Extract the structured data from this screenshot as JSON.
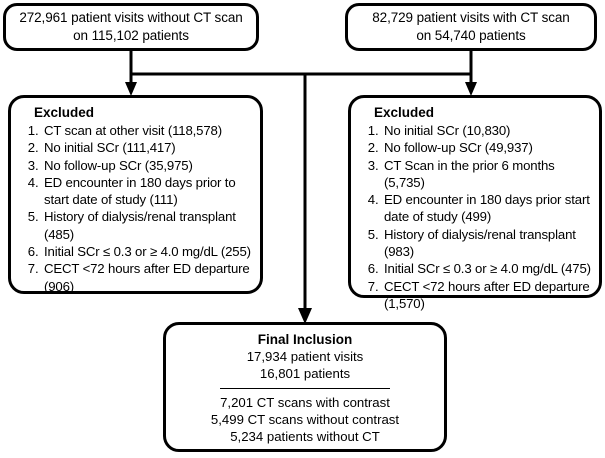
{
  "figure": {
    "type": "flowchart",
    "orientation": "top-down",
    "line_color": "#000000",
    "background_color": "#ffffff"
  },
  "nodes": {
    "no_ct_cohort": {
      "name": "patient visits without CT scan",
      "lines": [
        "272,961 patient visits without CT scan",
        "on 115,102 patients"
      ],
      "visits": "272,961",
      "patients": "115,102"
    },
    "with_ct_cohort": {
      "name": "patient visits with CT scan",
      "lines": [
        "82,729 patient visits with CT scan",
        "on 54,740 patients"
      ],
      "visits": "82,729",
      "patients": "54,740"
    },
    "excluded_left": {
      "title": "Excluded",
      "items": [
        "CT scan at other visit (118,578)",
        "No initial SCr (111,417)",
        "No follow-up SCr (35,975)",
        "ED encounter in 180 days prior to start date of study (111)",
        "History of dialysis/renal transplant (485)",
        "Initial SCr ≤ 0.3 or ≥ 4.0 mg/dL (255)",
        "CECT <72 hours after ED departure (906)"
      ]
    },
    "excluded_right": {
      "title": "Excluded",
      "items": [
        "No initial SCr (10,830)",
        "No follow-up SCr (49,937)",
        "CT Scan in the prior 6 months (5,735)",
        "ED encounter in 180 days prior start date of study (499)",
        "History of dialysis/renal transplant (983)",
        "Initial SCr ≤ 0.3 or ≥ 4.0 mg/dL (475)",
        "CECT <72 hours after ED departure (1,570)"
      ]
    },
    "final_inclusion": {
      "title": "Final Inclusion",
      "summary_lines": [
        "17,934 patient visits",
        "16,801 patients"
      ],
      "breakdown_lines": [
        "7,201 CT scans with contrast",
        "5,499 CT scans without contrast",
        "5,234 patients without CT"
      ],
      "visits": "17,934",
      "patients": "16,801",
      "ct_with_contrast": "7,201",
      "ct_without_contrast": "5,499",
      "patients_without_ct": "5,234"
    }
  }
}
